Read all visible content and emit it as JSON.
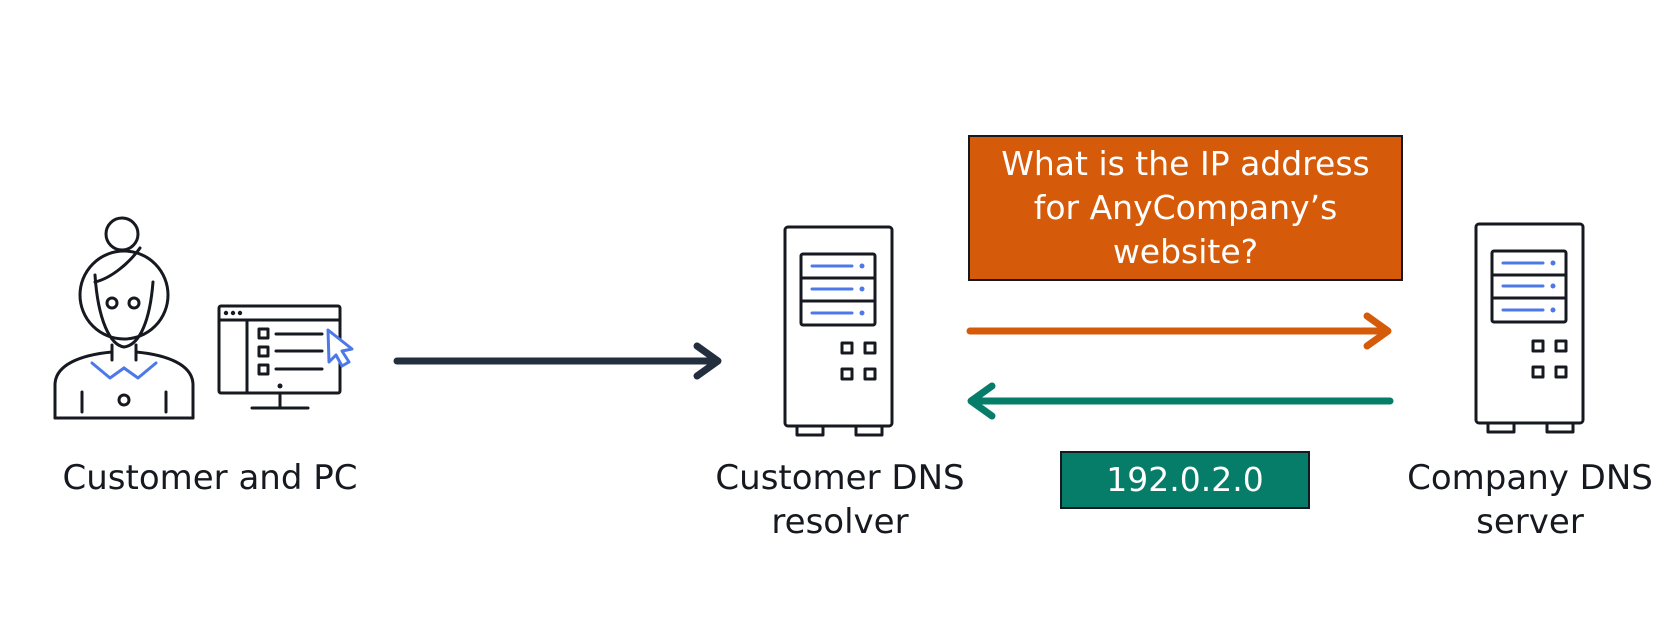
{
  "nodes": {
    "customer": {
      "label": "Customer and PC"
    },
    "resolver": {
      "line1": "Customer DNS",
      "line2": "resolver"
    },
    "server": {
      "line1": "Company DNS",
      "line2": "server"
    }
  },
  "messages": {
    "query": {
      "text": "What is the IP address for AnyCompany’s website?"
    },
    "response": {
      "text": "192.0.2.0"
    }
  },
  "icons": {
    "customer": "person-icon",
    "pc": "monitor-icon",
    "cursor": "cursor-icon",
    "resolver": "server-icon",
    "server": "server-icon"
  },
  "colors": {
    "ink": "#16191f",
    "accent_blue": "#4d78e8",
    "query": "#d55b0a",
    "response": "#067d68"
  }
}
